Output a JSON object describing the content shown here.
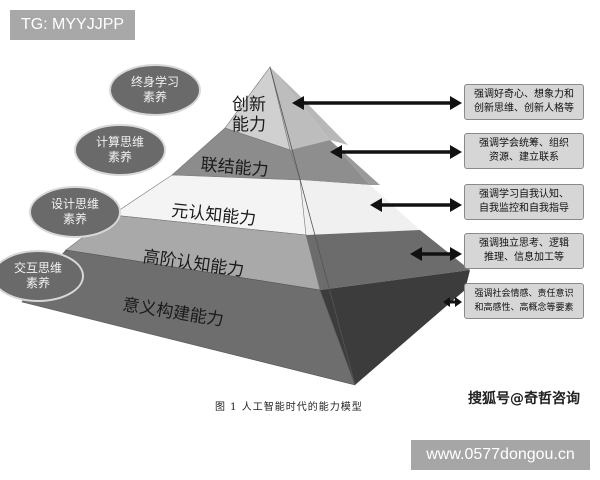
{
  "watermarks": {
    "top_left": "TG: MYYJJPP",
    "bottom_right": "www.0577dongou.cn",
    "source": "搜狐号@奇哲咨询"
  },
  "caption": "图 1  人工智能时代的能力模型",
  "pyramid": {
    "layers": [
      {
        "label_line1": "创新",
        "label_line2": "能力",
        "color": "#d0d0d0"
      },
      {
        "label": "联结能力",
        "color": "#8c8c8c"
      },
      {
        "label": "元认知能力",
        "color": "#f4f4f4"
      },
      {
        "label": "高阶认知能力",
        "color": "#a9a9a9"
      },
      {
        "label": "意义构建能力",
        "color": "#6e6e6e"
      }
    ]
  },
  "literacies": [
    {
      "line1": "终身学习",
      "line2": "素养"
    },
    {
      "line1": "计算思维",
      "line2": "素养"
    },
    {
      "line1": "设计思维",
      "line2": "素养"
    },
    {
      "line1": "交互思维",
      "line2": "素养"
    }
  ],
  "descriptions": [
    {
      "line1": "强调好奇心、想象力和",
      "line2": "创新思维、创新人格等"
    },
    {
      "line1": "强调学会统筹、组织",
      "line2": "资源、建立联系"
    },
    {
      "line1": "强调学习自我认知、",
      "line2": "自我监控和自我指导"
    },
    {
      "line1": "强调独立思考、逻辑",
      "line2": "推理、信息加工等"
    },
    {
      "line1": "强调社会情感、责任意识",
      "line2": "和高感性、高概念等要素"
    }
  ],
  "colors": {
    "ellipse_fill": "#6a6a6a",
    "ellipse_border": "#d8d8d8",
    "box_fill": "#d6d6d6",
    "arrow": "#111111"
  }
}
